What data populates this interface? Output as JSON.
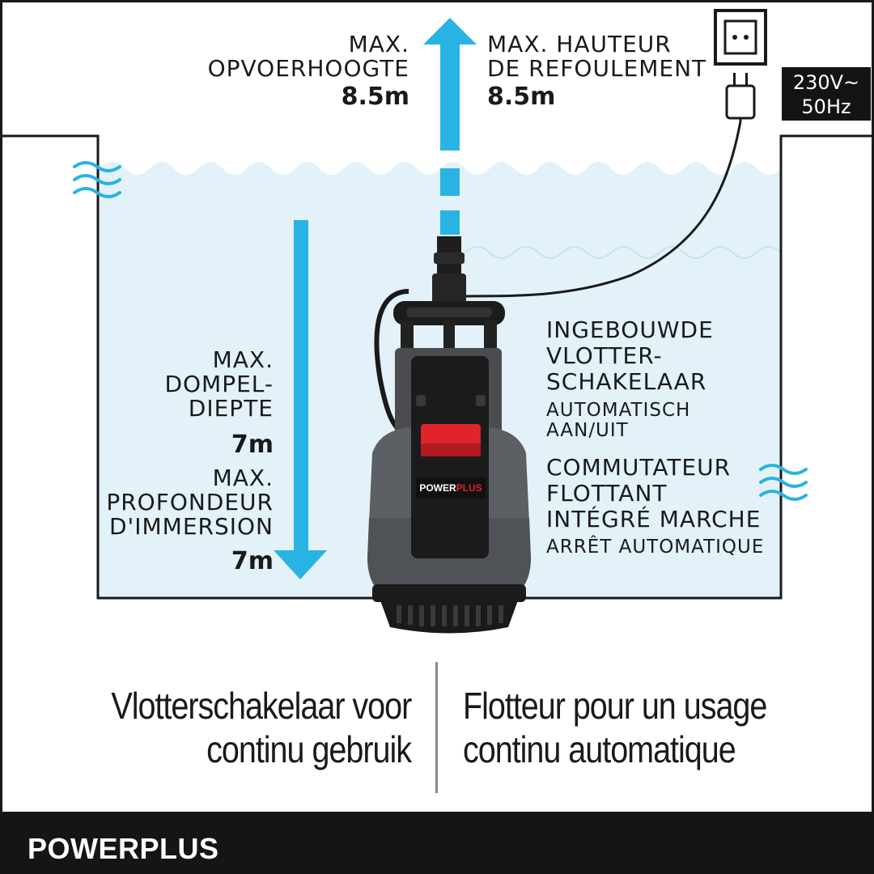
{
  "head": {
    "nl": {
      "line1": "MAX.",
      "line2": "OPVOERHOOGTE",
      "value": "8.5m"
    },
    "fr": {
      "line1": "MAX. HAUTEUR",
      "line2": "DE REFOULEMENT",
      "value": "8.5m"
    }
  },
  "voltage": {
    "line1": "230V~",
    "line2": "50Hz"
  },
  "depth": {
    "nl": {
      "line1": "MAX.",
      "line2": "DOMPEL-",
      "line3": "DIEPTE",
      "value": "7m"
    },
    "fr": {
      "line1": "MAX.",
      "line2": "PROFONDEUR",
      "line3": "D'IMMERSION",
      "value": "7m"
    }
  },
  "float_switch": {
    "nl": {
      "line1": "INGEBOUWDE",
      "line2": "VLOTTER-",
      "line3": "SCHAKELAAR",
      "sub1": "AUTOMATISCH",
      "sub2": "AAN/UIT"
    },
    "fr": {
      "line1": "COMMUTATEUR",
      "line2": "FLOTTANT",
      "line3": "INTÉGRÉ MARCHE",
      "sub": "ARRÊT AUTOMATIQUE"
    }
  },
  "pump_label": {
    "brand_a": "POWER",
    "brand_b": "PLUS"
  },
  "caption": {
    "nl": {
      "line1": "Vlotterschakelaar voor",
      "line2": "continu gebruik"
    },
    "fr": {
      "line1": "Flotteur pour un usage",
      "line2": "continu automatique"
    }
  },
  "footer": {
    "brand": "POWERPLUS"
  },
  "icons": [
    "up-arrow-icon",
    "down-arrow-icon",
    "power-socket-icon",
    "plug-icon",
    "wave-icon"
  ],
  "colors": {
    "arrow": "#29b3e3",
    "water": "#e3f2f8",
    "pump_red": "#e0242c",
    "footer": "#151515"
  }
}
